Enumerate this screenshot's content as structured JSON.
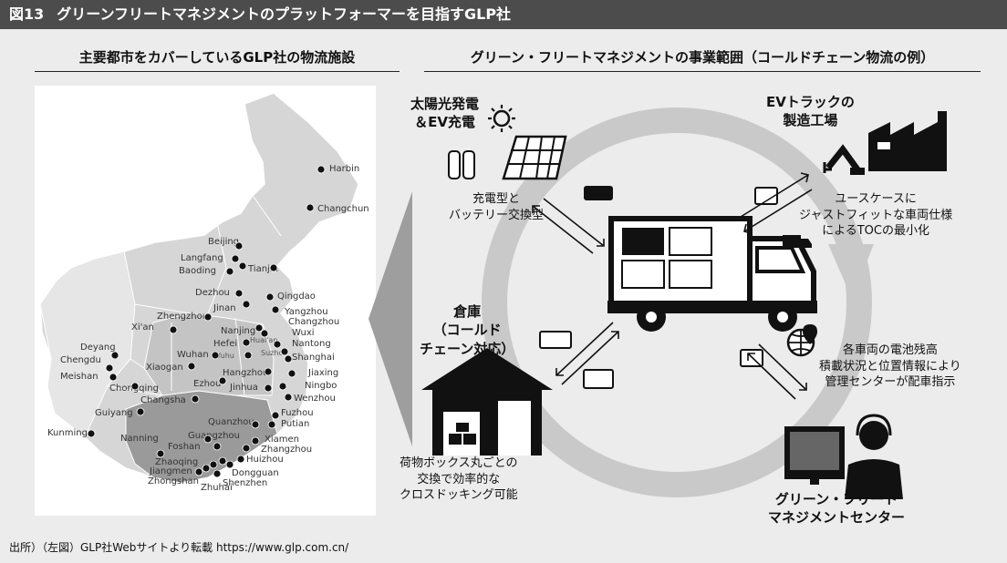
{
  "figure": {
    "number": "図13",
    "title": "グリーンフリートマネジメントのプラットフォーマーを目指すGLP社"
  },
  "left_section": {
    "title": "主要都市をカバーしているGLP社の物流施設",
    "cities": [
      "Harbin",
      "Changchun",
      "Beijing",
      "Langfang",
      "Tianjin",
      "Baoding",
      "Dezhou",
      "Qingdao",
      "Jinan",
      "Zhengzhou",
      "Yangzhou",
      "Changzhou",
      "Xi'an",
      "Nanjing",
      "Wuxi",
      "Hefei",
      "Huai'an",
      "Nantong",
      "Suzhou",
      "Shanghai",
      "Wuhan",
      "Wuhu",
      "Deyang",
      "Chengdu",
      "Xiaogan",
      "Hangzhou",
      "Jiaxing",
      "Meishan",
      "Ezhou",
      "Ningbo",
      "Chongqing",
      "Jinhua",
      "Changsha",
      "Wenzhou",
      "Guiyang",
      "Fuzhou",
      "Putian",
      "Quanzhou",
      "Kunming",
      "Nanning",
      "Guangzhou",
      "Xiamen",
      "Foshan",
      "Zhangzhou",
      "Huizhou",
      "Zhaoqing",
      "Jiangmen",
      "Dongguan",
      "Zhongshan",
      "Shenzhen",
      "Zhuhai"
    ]
  },
  "right_section": {
    "title": "グリーン・フリートマネジメントの事業範囲（コールドチェーン物流の例）",
    "solar": {
      "heading": "太陽光発電\n＆EV充電",
      "caption": "充電型と\nバッテリー交換型"
    },
    "factory": {
      "heading": "EVトラックの\n製造工場",
      "caption": "ユースケースに\nジャストフィットな車両仕様\nによるTOCの最小化"
    },
    "warehouse": {
      "heading": "倉庫\n（コールド\nチェーン対応）",
      "caption": "荷物ボックス丸ごとの\n交換で効率的な\nクロスドッキング可能"
    },
    "center": {
      "heading": "グリーン・フリート\nマネジメントセンター",
      "caption": "各車両の電池残高\n積載状況と位置情報により\n管理センターが配車指示"
    }
  },
  "source": "出所）（左図）GLP社Webサイトより転載 https://www.glp.com.cn/"
}
